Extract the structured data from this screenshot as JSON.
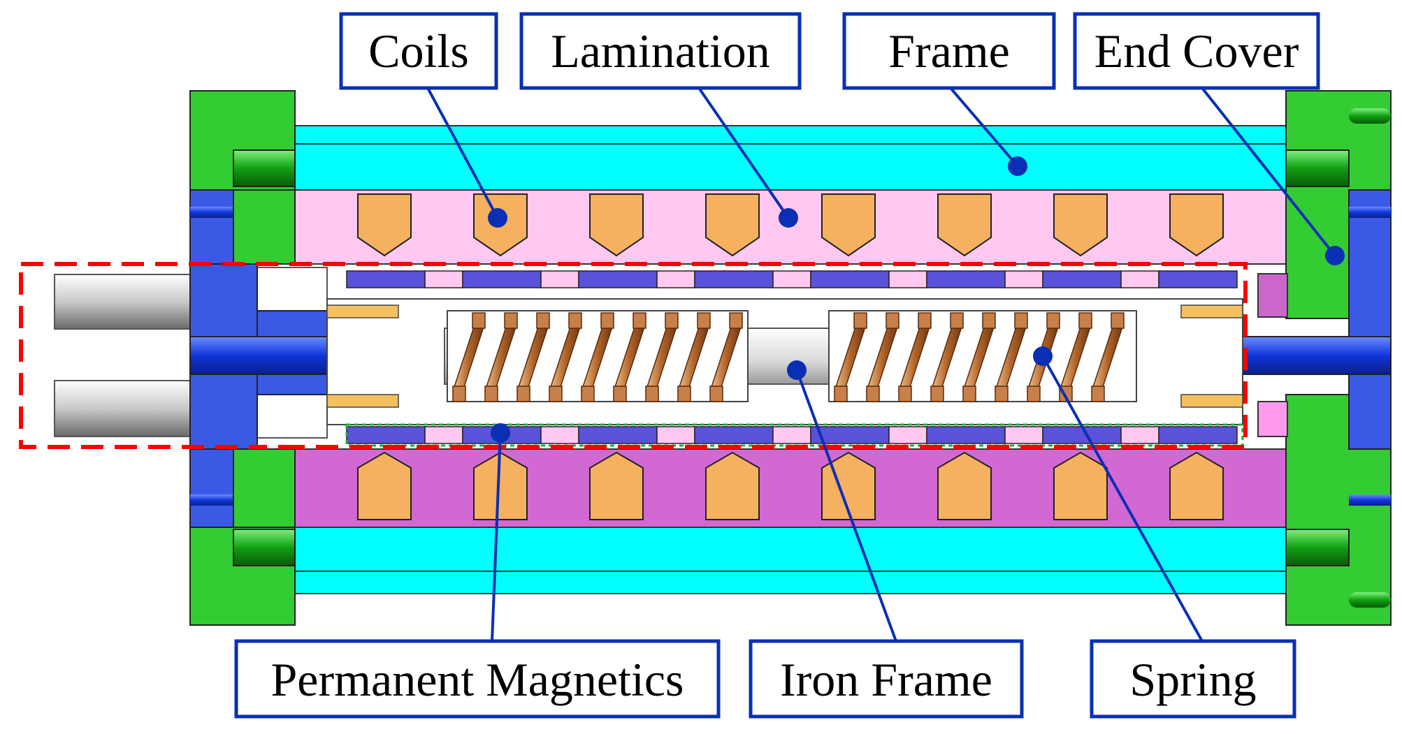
{
  "labels": {
    "coils": "Coils",
    "lamination": "Lamination",
    "frame": "Frame",
    "end_cover": "End Cover",
    "permanent_magnetics": "Permanent Magnetics",
    "iron_frame": "Iron Frame",
    "spring": "Spring"
  },
  "colors": {
    "frame": "#00ffff",
    "lamination_top": "#ffc8f0",
    "lamination_bottom": "#d268d2",
    "coil": "#f5b060",
    "end_cover": "#33cc33",
    "end_plate": "#3a5ae6",
    "magnet": "#5a52d8",
    "magnet_gap": "#ffc8f0",
    "spring": "#c8804a",
    "leader": "#0a2fb4",
    "highlight": "#ff0000"
  }
}
